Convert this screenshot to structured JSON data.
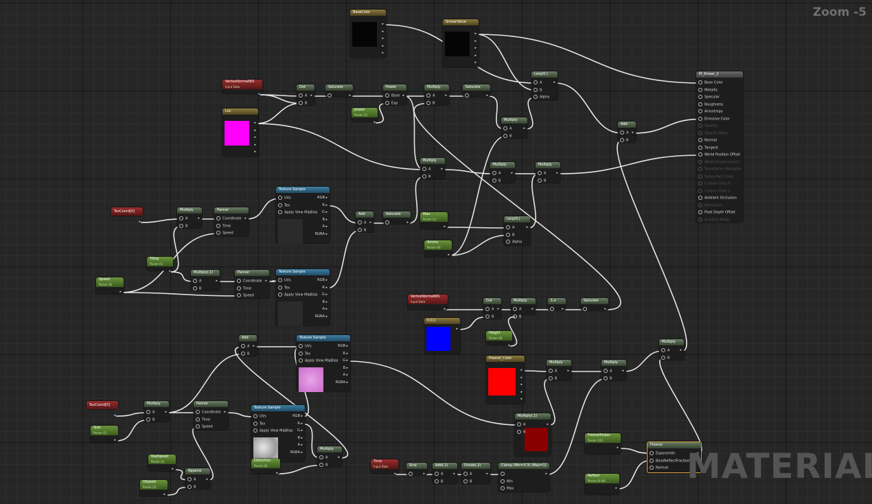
{
  "view": {
    "zoom_label": "Zoom -5",
    "watermark": "MATERIAL"
  },
  "nodes": [
    {
      "id": "basecolor",
      "title": "BaseColor",
      "sub": "Param (0,0,0,0)",
      "kind": "gold",
      "swatch": "#050505",
      "outputs": [
        "",
        "",
        "",
        "",
        ""
      ]
    },
    {
      "id": "smearvalue",
      "title": "SmearValue",
      "sub": "Param (0,0,0,0)",
      "kind": "gold",
      "swatch": "#050505",
      "outputs": [
        "",
        "",
        "",
        "",
        ""
      ]
    },
    {
      "id": "main",
      "title": "M_Smear_2",
      "kind": "main",
      "inputs": [
        {
          "label": "Base Color",
          "enabled": true
        },
        {
          "label": "Metallic",
          "enabled": true
        },
        {
          "label": "Specular",
          "enabled": true
        },
        {
          "label": "Roughness",
          "enabled": true
        },
        {
          "label": "Anisotropy",
          "enabled": true
        },
        {
          "label": "Emissive Color",
          "enabled": true
        },
        {
          "label": "Opacity",
          "enabled": false
        },
        {
          "label": "Opacity Mask",
          "enabled": false
        },
        {
          "label": "Normal",
          "enabled": true
        },
        {
          "label": "Tangent",
          "enabled": true
        },
        {
          "label": "World Position Offset",
          "enabled": true
        },
        {
          "label": "World Displacement",
          "enabled": false
        },
        {
          "label": "Tessellation Multiplier",
          "enabled": false
        },
        {
          "label": "Subsurface Color",
          "enabled": false
        },
        {
          "label": "Custom Data 0",
          "enabled": false
        },
        {
          "label": "Custom Data 1",
          "enabled": false
        },
        {
          "label": "Ambient Occlusion",
          "enabled": true
        },
        {
          "label": "Refraction",
          "enabled": false
        },
        {
          "label": "Pixel Depth Offset",
          "enabled": true
        },
        {
          "label": "Shading Model",
          "enabled": false
        }
      ]
    },
    {
      "id": "vnormal1",
      "title": "VertexNormalWS",
      "sub": "Input Data",
      "kind": "red",
      "outputs": [
        ""
      ]
    },
    {
      "id": "dot1",
      "title": "Dot",
      "kind": "math",
      "inputs": [
        "A",
        "B"
      ],
      "outputs": [
        ""
      ]
    },
    {
      "id": "sat1",
      "title": "Saturate",
      "kind": "math",
      "inputs": [
        ""
      ],
      "outputs": [
        ""
      ]
    },
    {
      "id": "power",
      "title": "Power",
      "kind": "math",
      "inputs": [
        "Base",
        "Exp"
      ],
      "outputs": [
        ""
      ]
    },
    {
      "id": "mul1",
      "title": "Multiply",
      "kind": "math",
      "inputs": [
        "A",
        "B"
      ],
      "outputs": [
        ""
      ]
    },
    {
      "id": "sat2",
      "title": "Saturate",
      "kind": "math",
      "inputs": [
        ""
      ],
      "outputs": [
        ""
      ]
    },
    {
      "id": "lerp1",
      "title": "Lerp(0,)",
      "kind": "math",
      "inputs": [
        "A",
        "B",
        "Alpha"
      ],
      "outputs": [
        ""
      ]
    },
    {
      "id": "powerp",
      "title": "power",
      "sub": "Param (1)",
      "kind": "param",
      "outputs": [
        ""
      ]
    },
    {
      "id": "loc",
      "title": "Loc",
      "sub": "Param (1,0,1,0)",
      "kind": "gold",
      "swatch": "#ff00ff",
      "outputs": [
        "",
        "",
        "",
        "",
        ""
      ]
    },
    {
      "id": "mul2",
      "title": "Multiply",
      "kind": "math",
      "inputs": [
        "A",
        "B"
      ],
      "outputs": [
        ""
      ]
    },
    {
      "id": "add1",
      "title": "Add",
      "kind": "math",
      "inputs": [
        "A",
        "B"
      ],
      "outputs": [
        ""
      ]
    },
    {
      "id": "mul3",
      "title": "Multiply",
      "kind": "math",
      "inputs": [
        "A",
        "B"
      ],
      "outputs": [
        ""
      ]
    },
    {
      "id": "mul4",
      "title": "Multiply",
      "kind": "math",
      "inputs": [
        "A",
        "B"
      ],
      "outputs": [
        ""
      ]
    },
    {
      "id": "mul5",
      "title": "Multiply",
      "kind": "math",
      "inputs": [
        "A",
        "B"
      ],
      "outputs": [
        ""
      ]
    },
    {
      "id": "texcoord1",
      "title": "TexCoord[0]",
      "kind": "red1",
      "outputs": [
        ""
      ]
    },
    {
      "id": "mul6",
      "title": "Multiply",
      "kind": "math",
      "inputs": [
        "A",
        "B"
      ],
      "outputs": [
        ""
      ]
    },
    {
      "id": "panner1",
      "title": "Panner",
      "kind": "math",
      "inputs": [
        "Coordinate",
        "Time",
        "Speed"
      ],
      "outputs": [
        ""
      ]
    },
    {
      "id": "tex1",
      "title": "Texture Sample",
      "kind": "tex",
      "inputs": [
        "UVs",
        "Tex",
        "Apply View MipBias"
      ],
      "outputs": [
        "RGB",
        "R",
        "G",
        "B",
        "A",
        "RGBA"
      ],
      "thumb": "#2b2b2b"
    },
    {
      "id": "add2",
      "title": "Add",
      "kind": "math",
      "inputs": [
        "A",
        "B"
      ],
      "outputs": [
        ""
      ]
    },
    {
      "id": "sat3",
      "title": "Saturate",
      "kind": "math",
      "inputs": [
        ""
      ],
      "outputs": [
        ""
      ]
    },
    {
      "id": "max",
      "title": "Max",
      "sub": "Param (1)",
      "kind": "param",
      "outputs": [
        ""
      ]
    },
    {
      "id": "lerp2",
      "title": "Lerp(0,)",
      "kind": "math",
      "inputs": [
        "A",
        "B",
        "Alpha"
      ],
      "outputs": [
        ""
      ]
    },
    {
      "id": "ammo",
      "title": "Ammo",
      "sub": "Param (0)",
      "kind": "param",
      "outputs": [
        ""
      ]
    },
    {
      "id": "tiling",
      "title": "Tiling",
      "sub": "Param (1)",
      "kind": "param",
      "outputs": [
        ""
      ]
    },
    {
      "id": "mul7",
      "title": "Multiply(,1)",
      "kind": "math",
      "inputs": [
        "A",
        "B"
      ],
      "outputs": [
        ""
      ]
    },
    {
      "id": "panner2",
      "title": "Panner",
      "kind": "math",
      "inputs": [
        "Coordinate",
        "Time",
        "Speed"
      ],
      "outputs": [
        ""
      ]
    },
    {
      "id": "tex2",
      "title": "Texture Sample",
      "kind": "tex",
      "inputs": [
        "UVs",
        "Tex",
        "Apply View MipBias"
      ],
      "outputs": [
        "RGB",
        "R",
        "G",
        "B",
        "A",
        "RGBA"
      ],
      "thumb": "#2b2b2b"
    },
    {
      "id": "speed",
      "title": "Speed",
      "sub": "Param (0)",
      "kind": "param",
      "outputs": [
        ""
      ]
    },
    {
      "id": "vnormal2",
      "title": "VertexNormalWS",
      "sub": "Input Data",
      "kind": "red",
      "outputs": [
        ""
      ]
    },
    {
      "id": "dot2",
      "title": "Dot",
      "kind": "math",
      "inputs": [
        "A",
        "B"
      ],
      "outputs": [
        ""
      ]
    },
    {
      "id": "mul8",
      "title": "Multiply",
      "kind": "math",
      "inputs": [
        "A",
        "B"
      ],
      "outputs": [
        ""
      ]
    },
    {
      "id": "onex",
      "title": "1-x",
      "kind": "math",
      "inputs": [
        ""
      ],
      "outputs": [
        ""
      ]
    },
    {
      "id": "sat4",
      "title": "Saturate",
      "kind": "math",
      "inputs": [
        ""
      ],
      "outputs": [
        ""
      ]
    },
    {
      "id": "vec001",
      "title": "0,0,1",
      "kind": "gold",
      "swatch": "#0000ff",
      "outputs": [
        ""
      ]
    },
    {
      "id": "height",
      "title": "Height",
      "sub": "Param (0)",
      "kind": "param",
      "outputs": [
        ""
      ]
    },
    {
      "id": "add3",
      "title": "Add",
      "kind": "math",
      "inputs": [
        "A",
        "B"
      ],
      "outputs": [
        ""
      ]
    },
    {
      "id": "tex3",
      "title": "Texture Sample",
      "kind": "tex",
      "inputs": [
        "UVs",
        "Tex",
        "Apply View MipBias"
      ],
      "outputs": [
        "RGB",
        "R",
        "G",
        "B",
        "A",
        "RGBA"
      ],
      "thumb": "#d17fd1"
    },
    {
      "id": "fresnelcolor",
      "title": "Fresnel_Color",
      "sub": "Param (1,0,0,0)",
      "kind": "gold",
      "swatch": "#ff0000",
      "outputs": [
        "",
        "",
        "",
        "",
        ""
      ]
    },
    {
      "id": "mul9",
      "title": "Multiply",
      "kind": "math",
      "inputs": [
        "A",
        "B"
      ],
      "outputs": [
        ""
      ]
    },
    {
      "id": "mul10",
      "title": "Multiply",
      "kind": "math",
      "inputs": [
        "A",
        "B"
      ],
      "outputs": [
        ""
      ]
    },
    {
      "id": "mul11",
      "title": "Multiply",
      "kind": "math",
      "inputs": [
        "A",
        "B"
      ],
      "outputs": [
        ""
      ]
    },
    {
      "id": "texcoord2",
      "title": "TexCoord[0]",
      "kind": "red1",
      "outputs": [
        ""
      ]
    },
    {
      "id": "mul12",
      "title": "Multiply",
      "kind": "math",
      "inputs": [
        "A",
        "B"
      ],
      "outputs": [
        ""
      ]
    },
    {
      "id": "panner3",
      "title": "Panner",
      "kind": "math",
      "inputs": [
        "Coordinate",
        "Time",
        "Speed"
      ],
      "outputs": [
        ""
      ]
    },
    {
      "id": "tex4",
      "title": "Texture Sample",
      "kind": "tex",
      "inputs": [
        "UVs",
        "Tex",
        "Apply View MipBias"
      ],
      "outputs": [
        "RGB",
        "R",
        "G",
        "B",
        "A",
        "RGBA"
      ],
      "thumb": "#bdbdbd"
    },
    {
      "id": "size",
      "title": "Size",
      "sub": "Param (1)",
      "kind": "param",
      "outputs": [
        ""
      ]
    },
    {
      "id": "distortion",
      "title": "Distortion",
      "sub": "Param (0)",
      "kind": "param",
      "outputs": [
        ""
      ]
    },
    {
      "id": "mul13",
      "title": "Multiply",
      "kind": "math",
      "inputs": [
        "A",
        "B"
      ],
      "outputs": [
        ""
      ]
    },
    {
      "id": "mul14",
      "title": "Multiply(,1)",
      "kind": "math",
      "inputs": [
        "A",
        "B"
      ],
      "outputs": [
        ""
      ],
      "swatch": "#8a0000"
    },
    {
      "id": "noisespeed",
      "title": "NseSpeed",
      "sub": "Param (1)",
      "kind": "param",
      "outputs": [
        ""
      ]
    },
    {
      "id": "append",
      "title": "Append",
      "kind": "math",
      "inputs": [
        "A",
        "B"
      ],
      "outputs": [
        ""
      ]
    },
    {
      "id": "vspeed",
      "title": "VSpeed",
      "sub": "Param (2)",
      "kind": "param",
      "outputs": [
        ""
      ]
    },
    {
      "id": "time",
      "title": "Time",
      "sub": "Input Data",
      "kind": "red",
      "outputs": [
        ""
      ]
    },
    {
      "id": "sine",
      "title": "Sine",
      "kind": "math",
      "inputs": [
        ""
      ],
      "outputs": [
        ""
      ]
    },
    {
      "id": "add4",
      "title": "Add(,1)",
      "kind": "math",
      "inputs": [
        "A",
        "B"
      ],
      "outputs": [
        ""
      ]
    },
    {
      "id": "divide",
      "title": "Divide(,2)",
      "kind": "math",
      "inputs": [
        "A",
        "B"
      ],
      "outputs": [
        ""
      ]
    },
    {
      "id": "clamp",
      "title": "Clamp (Min=0.3) (Max=1)",
      "kind": "math",
      "inputs": [
        "",
        "Min",
        "Max"
      ],
      "outputs": [
        ""
      ]
    },
    {
      "id": "fresnelpower",
      "title": "FresnelPower",
      "sub": "Param (10)",
      "kind": "param",
      "outputs": [
        ""
      ]
    },
    {
      "id": "reflect",
      "title": "Reflect",
      "sub": "Param (0.04)",
      "kind": "param",
      "outputs": [
        ""
      ]
    },
    {
      "id": "fresnel",
      "title": "Fresnel",
      "kind": "fresnel",
      "inputs": [
        "ExponentIn",
        "BaseReflectFractionIn",
        "Normal"
      ],
      "outputs": [
        ""
      ]
    }
  ],
  "colors": {
    "wire": "#e6e6e6",
    "param_header": "#5b8a2e",
    "texture_header": "#2f6f93",
    "input_header": "#8a2222",
    "fresnel_border": "#e0a33d"
  }
}
